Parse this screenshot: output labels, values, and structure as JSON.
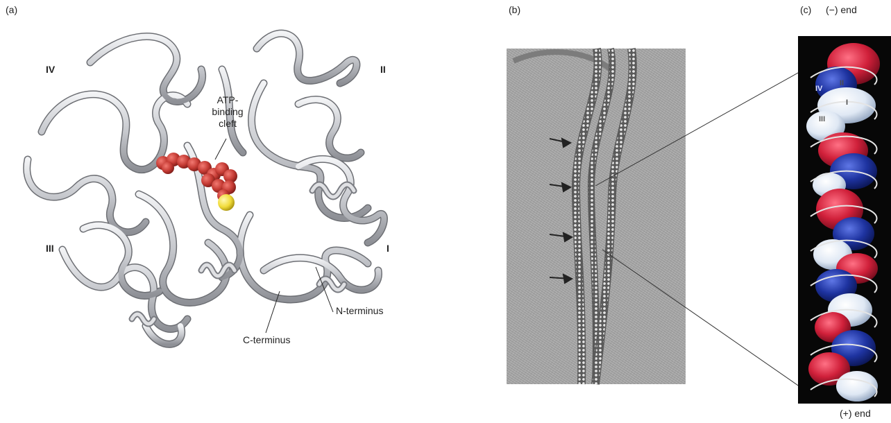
{
  "panels": {
    "a": {
      "label": "(a)",
      "domains": {
        "iv": "IV",
        "ii": "II",
        "iii": "III",
        "i": "I"
      },
      "annotations": {
        "atp_line1": "ATP-",
        "atp_line2": "binding",
        "atp_line3": "cleft",
        "n_terminus": "N-terminus",
        "c_terminus": "C-terminus"
      },
      "colors": {
        "ribbon": "#c9cacf",
        "atp": "#c43a33",
        "ion": "#f1dc3a"
      }
    },
    "b": {
      "label": "(b)"
    },
    "c": {
      "label": "(c)",
      "minus_end": "(−) end",
      "plus_end": "(+) end",
      "domains": {
        "iv": "IV",
        "ii": "II",
        "i": "I",
        "iii": "III"
      },
      "colors": {
        "red": "#d0203a",
        "blue": "#1e33a0",
        "white": "#dfe8f4",
        "background": "#070707"
      }
    }
  }
}
